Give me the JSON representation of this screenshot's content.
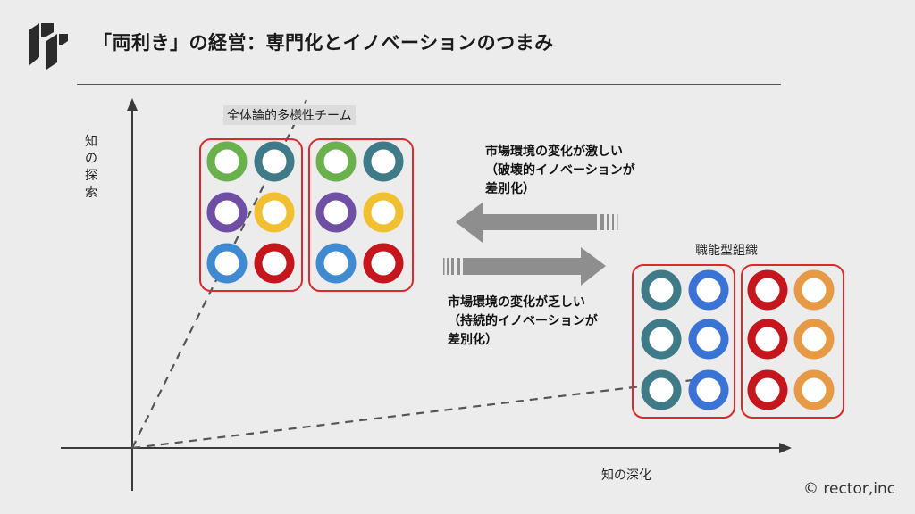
{
  "header": {
    "title": "「両利き」の経営：専門化とイノベーションのつまみ"
  },
  "axes": {
    "y_label": "知の探索",
    "x_label": "知の深化"
  },
  "groups": {
    "left_label": "全体論的多様性チーム",
    "right_label": "職能型組織"
  },
  "notes": {
    "left_arrow_lines": [
      "市場環境の変化が激しい",
      "（破壊的イノベーションが",
      "差別化）"
    ],
    "right_arrow_lines": [
      "市場環境の変化が乏しい",
      "（持続的イノベーションが",
      "差別化）"
    ]
  },
  "colors": {
    "frame_red": "#d92b2b",
    "green": "#6ab04c",
    "teal": "#3f7a88",
    "purple": "#6f4fa3",
    "yellow": "#f0c030",
    "blue": "#3f8ad1",
    "red": "#c4161c",
    "blue2": "#3a72d6",
    "orange": "#e69a45"
  },
  "footer": {
    "copyright": "© rector,inc"
  }
}
